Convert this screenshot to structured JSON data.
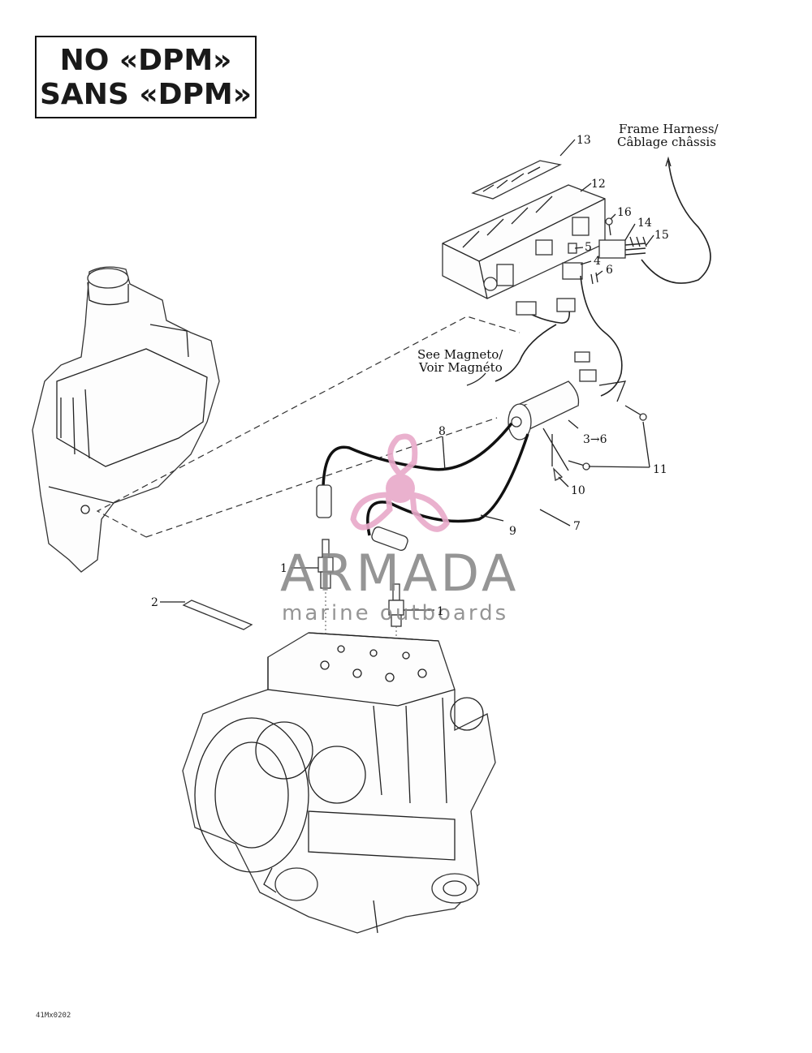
{
  "header": {
    "line1": "NO «DPM»",
    "line2": "SANS «DPM»"
  },
  "notes": {
    "frame_harness_1": "Frame Harness/",
    "frame_harness_2": "Câblage châssis",
    "see_magneto_1": "See Magneto/",
    "see_magneto_2": "Voir Magnéto"
  },
  "callouts": {
    "c1a": "1",
    "c1b": "1",
    "c2": "2",
    "c3_6": "3→6",
    "c4": "4",
    "c5": "5",
    "c6": "6",
    "c7": "7",
    "c8": "8",
    "c9": "9",
    "c10": "10",
    "c11": "11",
    "c12": "12",
    "c13": "13",
    "c14": "14",
    "c15": "15",
    "c16": "16"
  },
  "watermark": {
    "title": "ARMADA",
    "subtitle": "marine outboards",
    "logo": "propeller-logo",
    "color": "#e8a9c9"
  },
  "footer": {
    "code": "41Mx0202"
  }
}
